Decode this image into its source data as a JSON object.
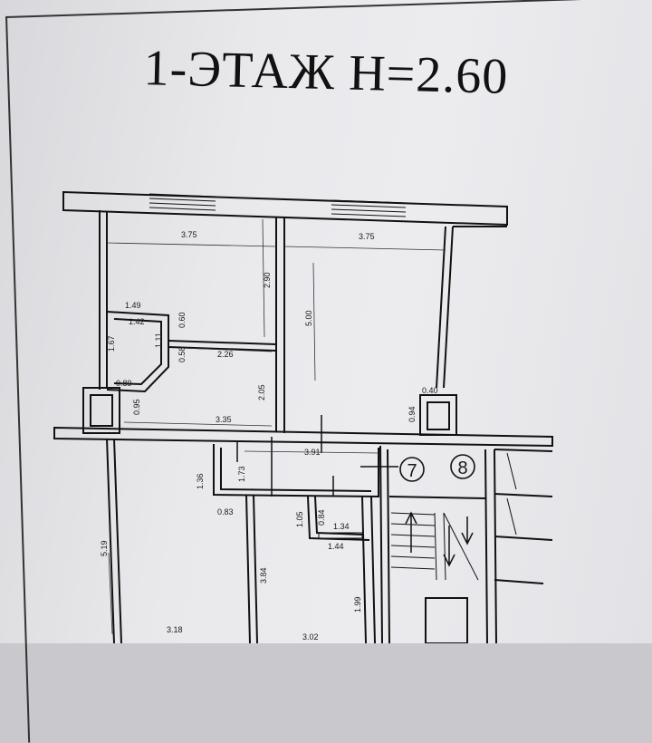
{
  "title": "1-ЭТАЖ  H=2.60",
  "dimensions": {
    "d_375_left": "3.75",
    "d_375_right": "3.75",
    "d_290": "2.90",
    "d_500": "5.00",
    "d_149": "1.49",
    "d_142": "1.42",
    "d_060": "0.60",
    "d_167": "1.67",
    "d_111": "1.11",
    "d_058": "0.58",
    "d_226": "2.26",
    "d_089": "0.89",
    "d_095": "0.95",
    "d_205": "2.05",
    "d_040": "0.40",
    "d_094": "0.94",
    "d_335": "3.35",
    "d_391": "3.91",
    "d_136": "1.36",
    "d_173": "1.73",
    "d_083": "0.83",
    "d_105": "1.05",
    "d_084": "0.84",
    "d_134": "1.34",
    "d_144": "1.44",
    "d_519": "5.19",
    "d_384": "3.84",
    "d_199": "1.99",
    "d_318": "3.18",
    "d_302": "3.02"
  },
  "markers": {
    "m7": "7",
    "m8": "8"
  }
}
